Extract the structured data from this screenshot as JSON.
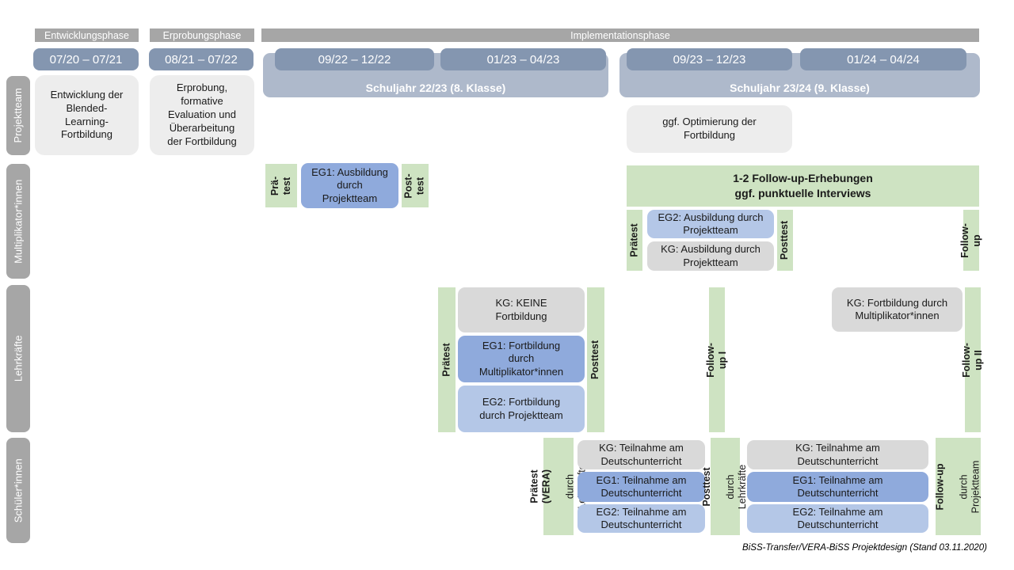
{
  "colors": {
    "header_gray": "#a6a6a6",
    "row_label_gray": "#a6a6a6",
    "date_blue": "#8496b0",
    "year_blue": "#aeb9cb",
    "box_light_gray": "#ededed",
    "box_mid_gray": "#d9d9d9",
    "eg1_blue": "#8faadc",
    "eg2_blue": "#b4c7e7",
    "green": "#cee3c2",
    "text_dark": "#1a1a1a",
    "text_white": "#ffffff"
  },
  "phase_headers": {
    "entwicklung": "Entwicklungsphase",
    "erprobung": "Erprobungsphase",
    "implementation": "Implementationsphase"
  },
  "dates": {
    "d1": "07/20 – 07/21",
    "d2": "08/21 – 07/22",
    "d3": "09/22 – 12/22",
    "d4": "01/23 – 04/23",
    "d5": "09/23 – 12/23",
    "d6": "01/24 – 04/24"
  },
  "schuljahr": {
    "y1": "Schuljahr 22/23 (8. Klasse)",
    "y2": "Schuljahr 23/24 (9. Klasse)"
  },
  "row_labels": {
    "projektteam": "Projektteam",
    "multiplikatoren": "Multiplikator*innen",
    "lehrkraefte": "Lehrkräfte",
    "schueler": "Schüler*innen"
  },
  "projektteam": {
    "entwicklung": "Entwicklung der\nBlended-\nLearning-\nFortbildung",
    "erprobung": "Erprobung,\nformative\nEvaluation und\nÜberarbeitung\nder Fortbildung",
    "optimierung": "ggf. Optimierung der\nFortbildung"
  },
  "multiplikatoren": {
    "praetest1": "Prä-\ntest",
    "eg1": "EG1: Ausbildung\ndurch\nProjektteam",
    "posttest1": "Post-\ntest",
    "followup_box": "1-2 Follow-up-Erhebungen\nggf. punktuelle Interviews",
    "praetest2": "Prätest",
    "eg2": "EG2: Ausbildung durch\nProjektteam",
    "kg": "KG: Ausbildung durch\nProjektteam",
    "posttest2": "Posttest",
    "followup": "Follow-up"
  },
  "lehrkraefte": {
    "praetest": "Prätest",
    "kg": "KG: KEINE\nFortbildung",
    "eg1": "EG1: Fortbildung\ndurch\nMultiplikator*innen",
    "eg2": "EG2: Fortbildung\ndurch Projektteam",
    "posttest": "Posttest",
    "followup1": "Follow-up I",
    "kg2": "KG: Fortbildung durch\nMultiplikator*innen",
    "followup2": "Follow-up II"
  },
  "schueler": {
    "praetest_bold": "Prätest (VERA)",
    "praetest_sub": "durch Lehrkräfte",
    "kg": "KG: Teilnahme am\nDeutschunterricht",
    "eg1": "EG1: Teilnahme am\nDeutschunterricht",
    "eg2": "EG2: Teilnahme am\nDeutschunterricht",
    "posttest_bold": "Posttest",
    "posttest_sub": "durch Lehrkräfte",
    "followup_bold": "Follow-up",
    "followup_sub": "durch\nProjektteam"
  },
  "caption": "BiSS-Transfer/VERA-BiSS Projektdesign (Stand 03.11.2020)"
}
